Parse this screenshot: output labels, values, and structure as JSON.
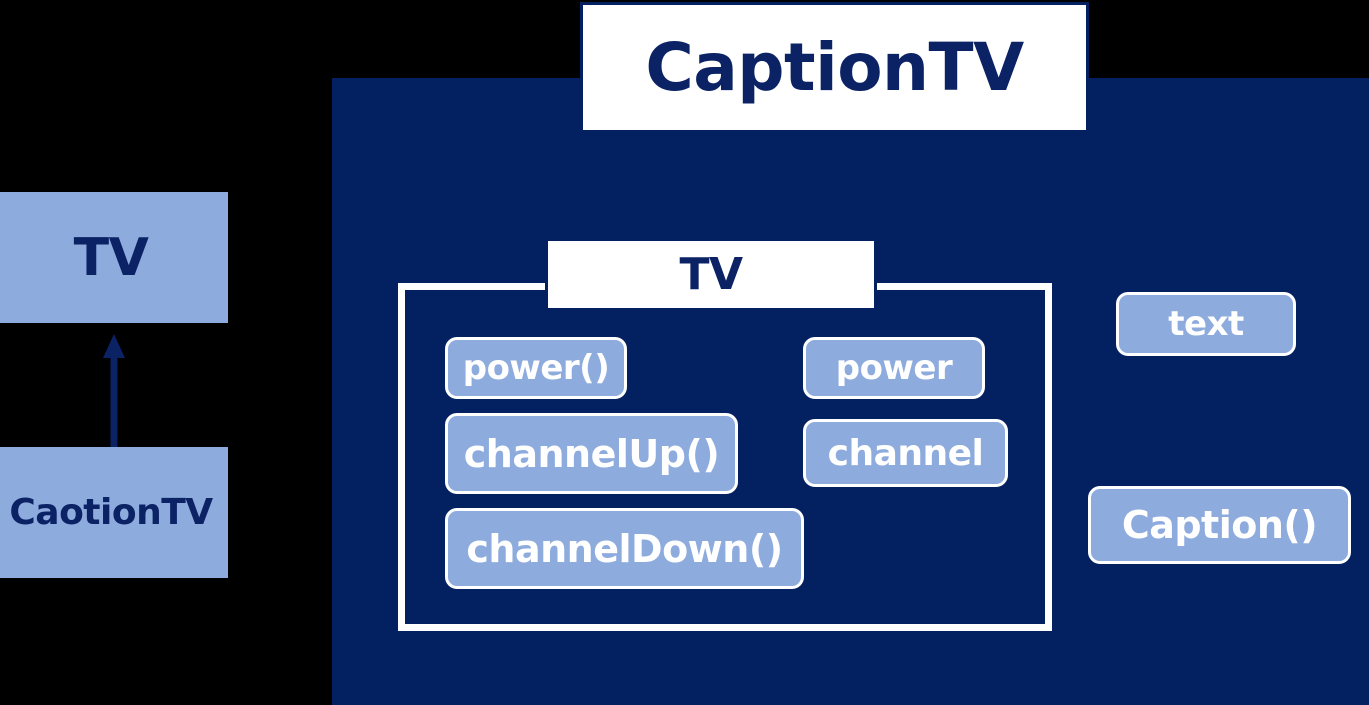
{
  "diagram": {
    "title": "CaptionTV",
    "accent_dark": "#032060",
    "accent_light": "#8eabde",
    "text_on_light": "#0b2265",
    "panel_background": "#032060",
    "page_background": "#000000"
  },
  "left_hierarchy": {
    "parent_box": {
      "label": "TV"
    },
    "child_box": {
      "label": "CaotionTV"
    },
    "relation": "inheritance-arrow"
  },
  "main_class": {
    "header": "TV",
    "methods": [
      {
        "label": "power()"
      },
      {
        "label": "channelUp()"
      },
      {
        "label": "channelDown()"
      }
    ],
    "attributes": [
      {
        "label": "power"
      },
      {
        "label": "channel"
      }
    ]
  },
  "side_members": [
    {
      "label": "text"
    },
    {
      "label": "Caption()"
    }
  ]
}
